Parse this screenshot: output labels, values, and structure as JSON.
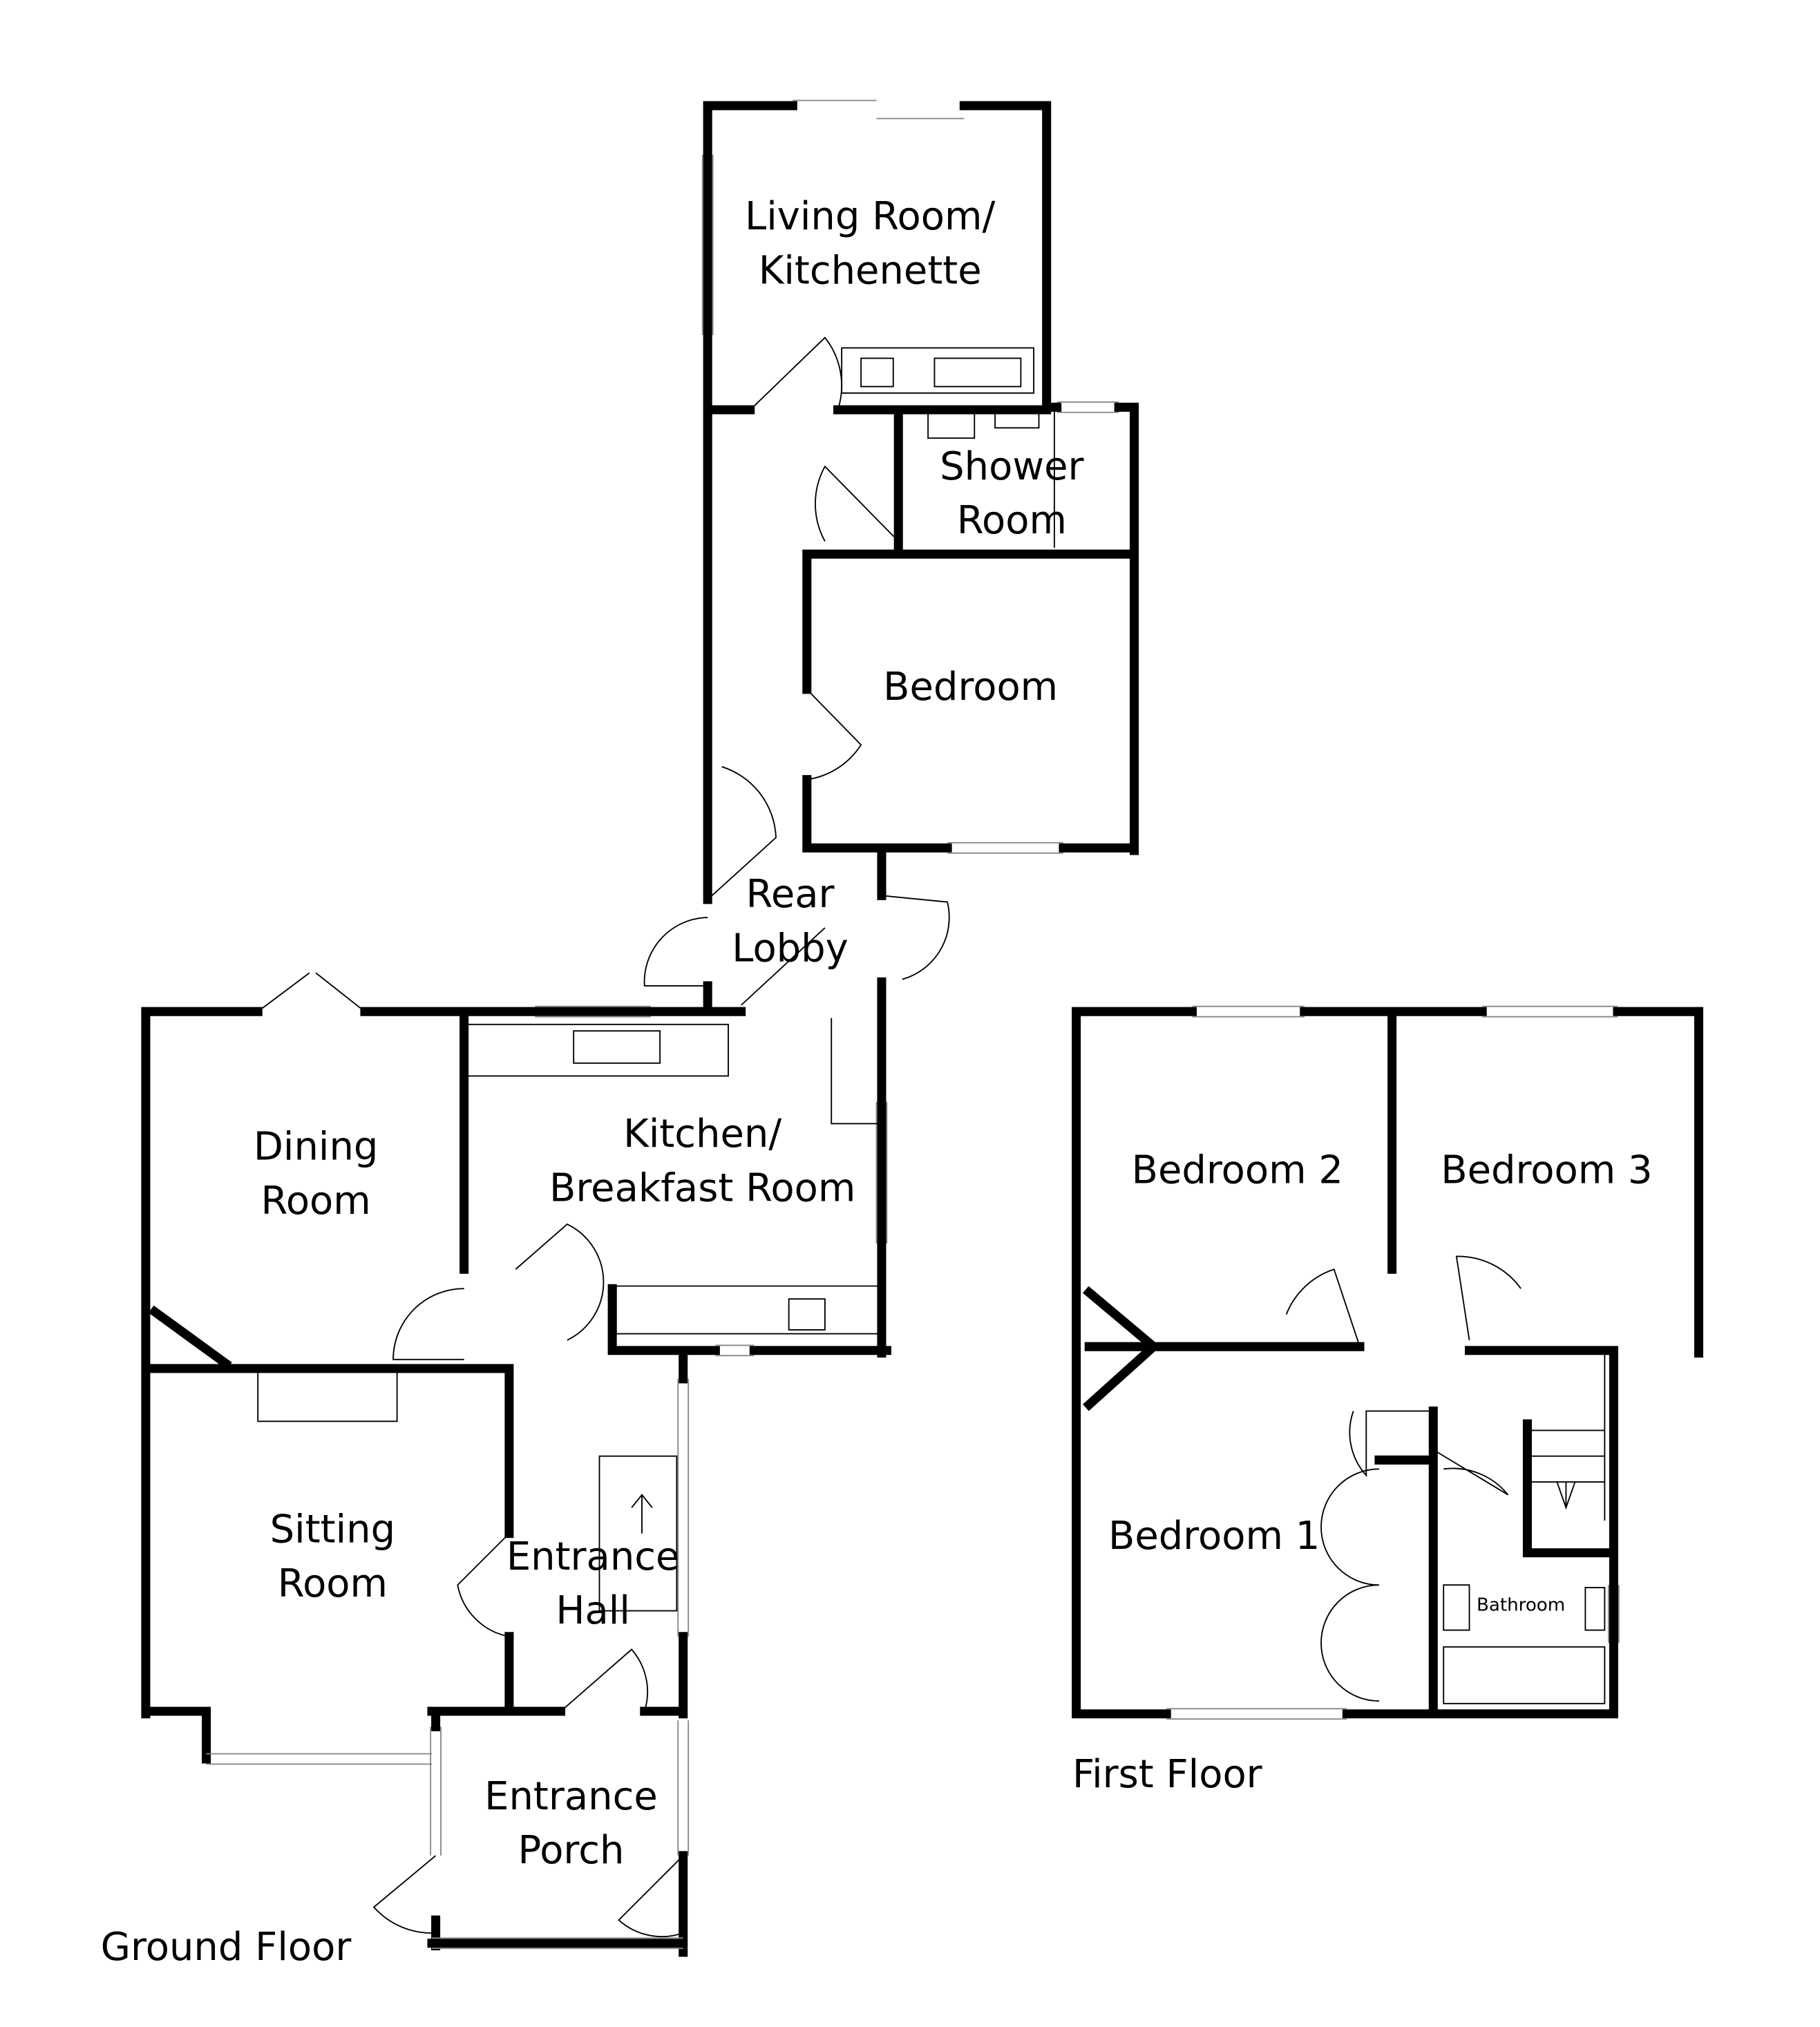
{
  "rooms": {
    "living": [
      "Living Room/",
      "Kitchenette"
    ],
    "shower": [
      "Shower",
      "Room"
    ],
    "bedroom": "Bedroom",
    "rear_lobby": [
      "Rear",
      "Lobby"
    ],
    "dining": [
      "Dining",
      "Room"
    ],
    "kitchen": [
      "Kitchen/",
      "Breakfast Room"
    ],
    "sitting": [
      "Sitting",
      "Room"
    ],
    "entrance_hall": [
      "Entrance",
      "Hall"
    ],
    "entrance_porch": [
      "Entrance",
      "Porch"
    ],
    "bedroom1": "Bedroom 1",
    "bedroom2": "Bedroom 2",
    "bedroom3": "Bedroom 3",
    "bathroom": "Bathroom"
  },
  "floors": {
    "ground": "Ground Floor",
    "first": "First Floor"
  }
}
